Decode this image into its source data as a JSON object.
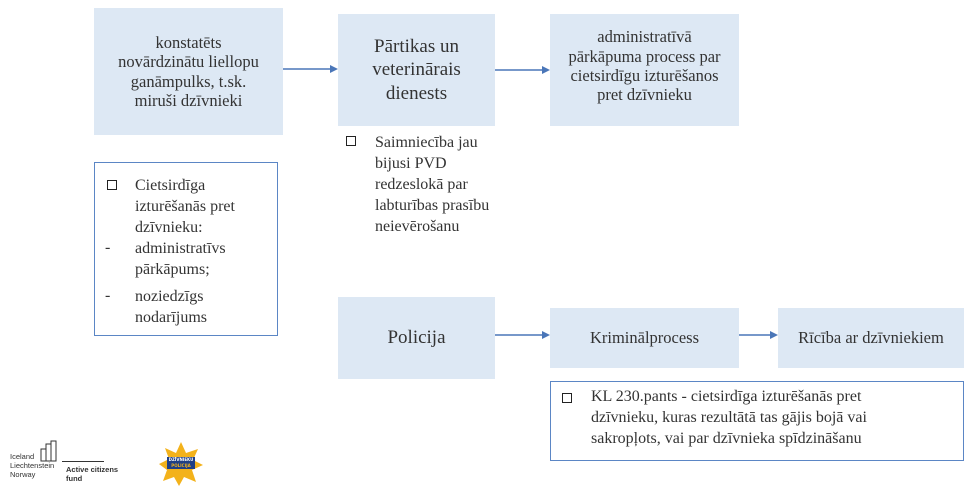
{
  "boxes": {
    "herd": "konstatēts novārdzinātu liellopu ganāmpulks, t.sk. miruši dzīvnieki",
    "pvd": "Pārtikas un veterinārais dienests",
    "admin_process": "administratīvā pārkāpuma process par cietsirdīgu izturēšanos pret dzīvnieku",
    "police": "Policija",
    "criminal": "Kriminālprocess",
    "animals": "Rīcība ar dzīvniekiem"
  },
  "notes": {
    "cruelty_header": "Cietsirdīga izturēšanās pret dzīvnieku:",
    "cruelty_items": [
      "administratīvs pārkāpums;",
      "noziedzīgs nodarījums"
    ],
    "pvd_note": "Saimniecība jau bijusi PVD redzeslokā par labturības prasību neievērošanu",
    "kl_note": "KL 230.pants - cietsirdīga izturēšanās pret dzīvnieku, kuras rezultātā tas gājis bojā vai sakropļots, vai par dzīvnieka spīdzināšanu"
  },
  "logos": {
    "eea_countries": "Iceland Liechtenstein Norway",
    "fund": "Active citizens fund",
    "badge_top": "DZĪVNIEKU",
    "badge_bottom": "POLICIJA"
  },
  "colors": {
    "box_fill": "#dde8f4",
    "arrow": "#4a76b8",
    "outline": "#5b86c5",
    "badge": "#f3b21b"
  }
}
